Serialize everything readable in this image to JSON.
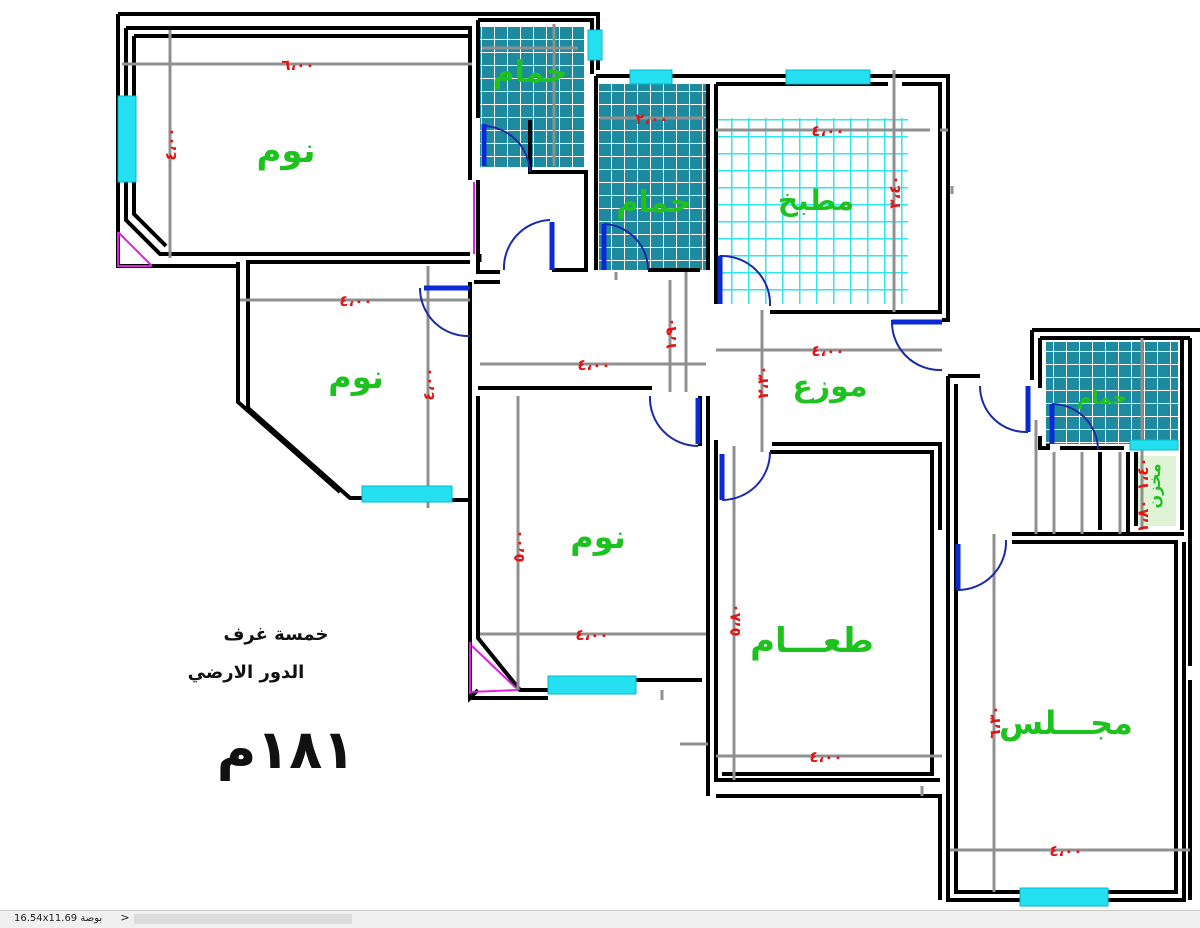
{
  "rooms": {
    "bedroom_1": "نوم",
    "bedroom_2": "نوم",
    "bedroom_3": "نوم",
    "bath_1": "حمام",
    "bath_2": "حمام",
    "bath_3": "حمام",
    "kitchen": "مطبخ",
    "corridor": "موزع",
    "dining": "طعـــام",
    "majlis": "مجـــلس",
    "storage": "مخزن"
  },
  "dimensions": {
    "bedroom_1_width": "٦،٠٠",
    "bedroom_1_height": "٤،٠٠",
    "bedroom_2_width": "٤،٠٠",
    "bedroom_2_height": "٤،٠٠",
    "corridor_length": "٤،٠٠",
    "corridor_width": "١،٩٠",
    "kitchen_width": "٤،٠٠",
    "kitchen_height": "٣،٤٠",
    "bath_2_width": "٢،٠٠",
    "mowazaa_width": "٢،٣٠",
    "bedroom_3_height": "٥،٠٠",
    "bedroom_3_width": "٤،٠٠",
    "dining_height": "٥،٨٠",
    "dining_width": "٤،٠٠",
    "majlis_height": "٦،٣٠",
    "majlis_width": "٤،٠٠",
    "storage_w": "١،٤٠",
    "storage_h": "١،٨٠"
  },
  "notes": {
    "rooms_count": "خمسة غرف",
    "floor": "الدور الارضي",
    "area": "١٨١م"
  },
  "status_bar": {
    "paper_size": "16.54x11.69 بوصة",
    "scroll_arrow": ">"
  }
}
